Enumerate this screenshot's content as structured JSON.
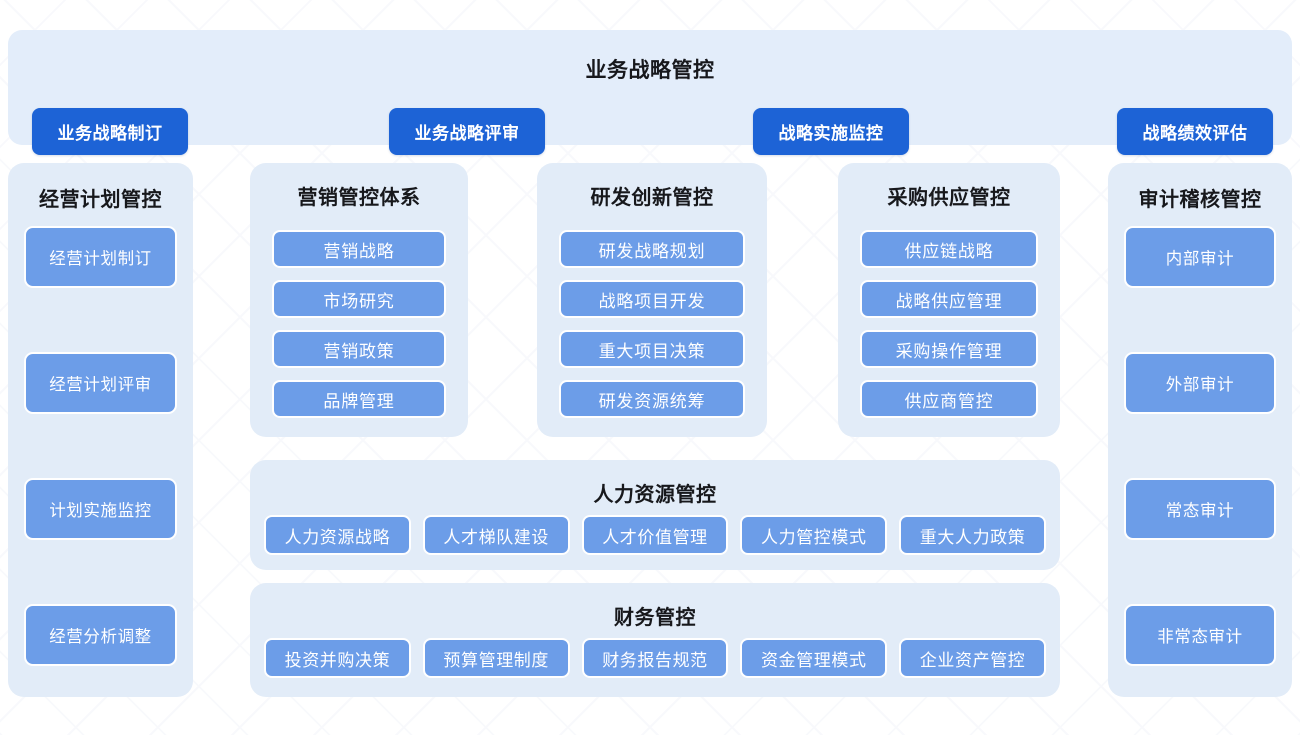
{
  "colors": {
    "page_background": "#ffffff",
    "panel_background": "#e2ecf8",
    "banner_background": "#e3edfa",
    "primary_button": "#1d63d6",
    "secondary_button": "#6c9de8",
    "title_text": "#17181c",
    "button_text": "#ffffff"
  },
  "banner": {
    "title": "业务战略管控",
    "buttons": [
      {
        "label": "业务战略制订"
      },
      {
        "label": "业务战略评审"
      },
      {
        "label": "战略实施监控"
      },
      {
        "label": "战略绩效评估"
      }
    ]
  },
  "columns": [
    {
      "id": "operating-plan",
      "title": "经营计划管控",
      "items": [
        {
          "label": "经营计划制订"
        },
        {
          "label": "经营计划评审"
        },
        {
          "label": "计划实施监控"
        },
        {
          "label": "经营分析调整"
        }
      ]
    },
    {
      "id": "marketing",
      "title": "营销管控体系",
      "items": [
        {
          "label": "营销战略"
        },
        {
          "label": "市场研究"
        },
        {
          "label": "营销政策"
        },
        {
          "label": "品牌管理"
        }
      ]
    },
    {
      "id": "rnd-innovation",
      "title": "研发创新管控",
      "items": [
        {
          "label": "研发战略规划"
        },
        {
          "label": "战略项目开发"
        },
        {
          "label": "重大项目决策"
        },
        {
          "label": "研发资源统筹"
        }
      ]
    },
    {
      "id": "procurement-supply",
      "title": "采购供应管控",
      "items": [
        {
          "label": "供应链战略"
        },
        {
          "label": "战略供应管理"
        },
        {
          "label": "采购操作管理"
        },
        {
          "label": "供应商管控"
        }
      ]
    },
    {
      "id": "audit",
      "title": "审计稽核管控",
      "items": [
        {
          "label": "内部审计"
        },
        {
          "label": "外部审计"
        },
        {
          "label": "常态审计"
        },
        {
          "label": "非常态审计"
        }
      ]
    }
  ],
  "wide_sections": [
    {
      "id": "human-resources",
      "title": "人力资源管控",
      "items": [
        {
          "label": "人力资源战略"
        },
        {
          "label": "人才梯队建设"
        },
        {
          "label": "人才价值管理"
        },
        {
          "label": "人力管控模式"
        },
        {
          "label": "重大人力政策"
        }
      ]
    },
    {
      "id": "finance",
      "title": "财务管控",
      "items": [
        {
          "label": "投资并购决策"
        },
        {
          "label": "预算管理制度"
        },
        {
          "label": "财务报告规范"
        },
        {
          "label": "资金管理模式"
        },
        {
          "label": "企业资产管控"
        }
      ]
    }
  ]
}
